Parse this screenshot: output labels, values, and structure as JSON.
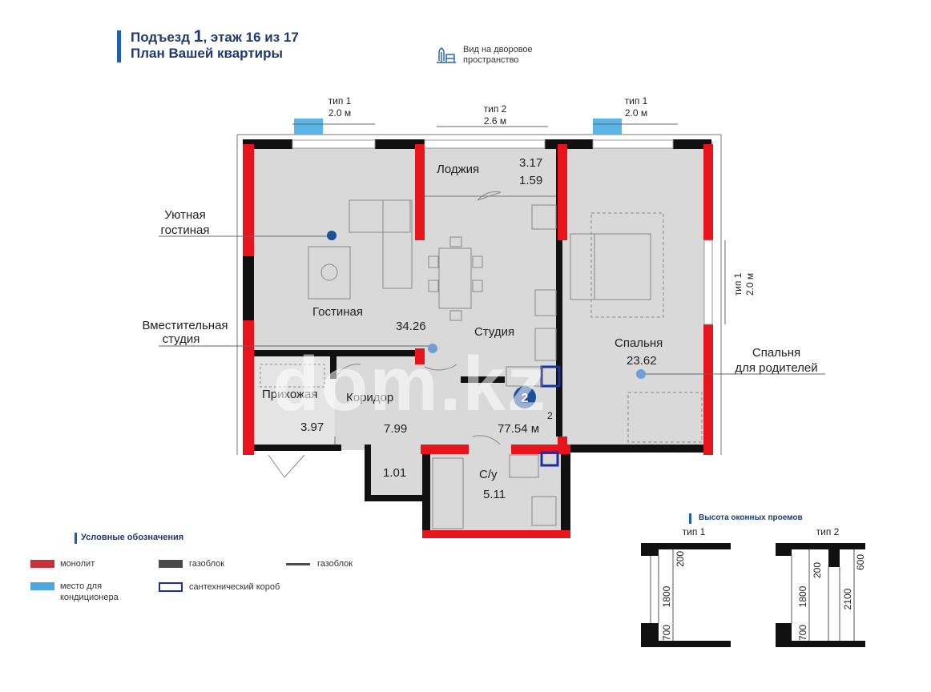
{
  "header": {
    "line1_prefix": "Подъезд",
    "line1_entrance": "1",
    "line1_suffix": ", этаж 16 из 17",
    "line2": "План Вашей квартиры"
  },
  "view": {
    "icon": "courtyard-view-icon",
    "text_line1": "Вид на дворовое",
    "text_line2": "пространство"
  },
  "windows": {
    "top_left": {
      "type": "тип 1",
      "width": "2.0 м"
    },
    "top_mid": {
      "type": "тип 2",
      "width": "2.6 м"
    },
    "top_right": {
      "type": "тип 1",
      "width": "2.0 м"
    },
    "right_side": {
      "type": "тип 1",
      "width": "2.0 м"
    }
  },
  "rooms": {
    "loggia": {
      "name": "Лоджия",
      "area_gross": "3.17",
      "area_net": "1.59"
    },
    "living": {
      "name": "Гостиная"
    },
    "studio": {
      "name": "Студия",
      "area": "34.26"
    },
    "bedroom": {
      "name": "Спальня",
      "area": "23.62"
    },
    "hallway": {
      "name": "Прихожая",
      "area": "3.97"
    },
    "corridor": {
      "name": "Коридор",
      "area": "7.99"
    },
    "storage": {
      "area": "1.01"
    },
    "bathroom": {
      "name": "С/у",
      "area": "5.11"
    }
  },
  "total": {
    "rooms_count": "2",
    "area": "77.54",
    "unit": "м",
    "sup": "2"
  },
  "callouts": {
    "cozy_living_line1": "Уютная",
    "cozy_living_line2": "гостиная",
    "roomy_studio_line1": "Вместительная",
    "roomy_studio_line2": "студия",
    "parents_bedroom_line1": "Спальня",
    "parents_bedroom_line2": "для родителей"
  },
  "legend": {
    "title": "Условные обозначения",
    "items": [
      {
        "label": "монолит",
        "color": "#c8323a"
      },
      {
        "label": "газоблок",
        "color": "#4a4a4a"
      },
      {
        "label": "газоблок",
        "color": "#4a4a4a"
      },
      {
        "label_line1": "место для",
        "label_line2": "кондиционера",
        "color": "#4aa8dc"
      },
      {
        "label": "сантехнический короб",
        "color": "#1c2fa0"
      }
    ]
  },
  "window_heights": {
    "title": "Высота оконных проемов",
    "type1": {
      "name": "тип 1",
      "top": "200",
      "mid": "1800",
      "bottom": "700"
    },
    "type2": {
      "name": "тип 2",
      "top": "200",
      "mid": "1800",
      "bottom": "700",
      "door_top": "600",
      "door_h": "2100"
    }
  },
  "watermark": "dom.kz",
  "colors": {
    "navy": "#1f3a6e",
    "accent": "#1f5fb0",
    "monolith": "#e8141c",
    "gasblock": "#111111",
    "floor": "#d9d9d9",
    "marker": "#1f4e9a",
    "ac": "#5ab4e6",
    "shaft": "#1c2fa0"
  }
}
